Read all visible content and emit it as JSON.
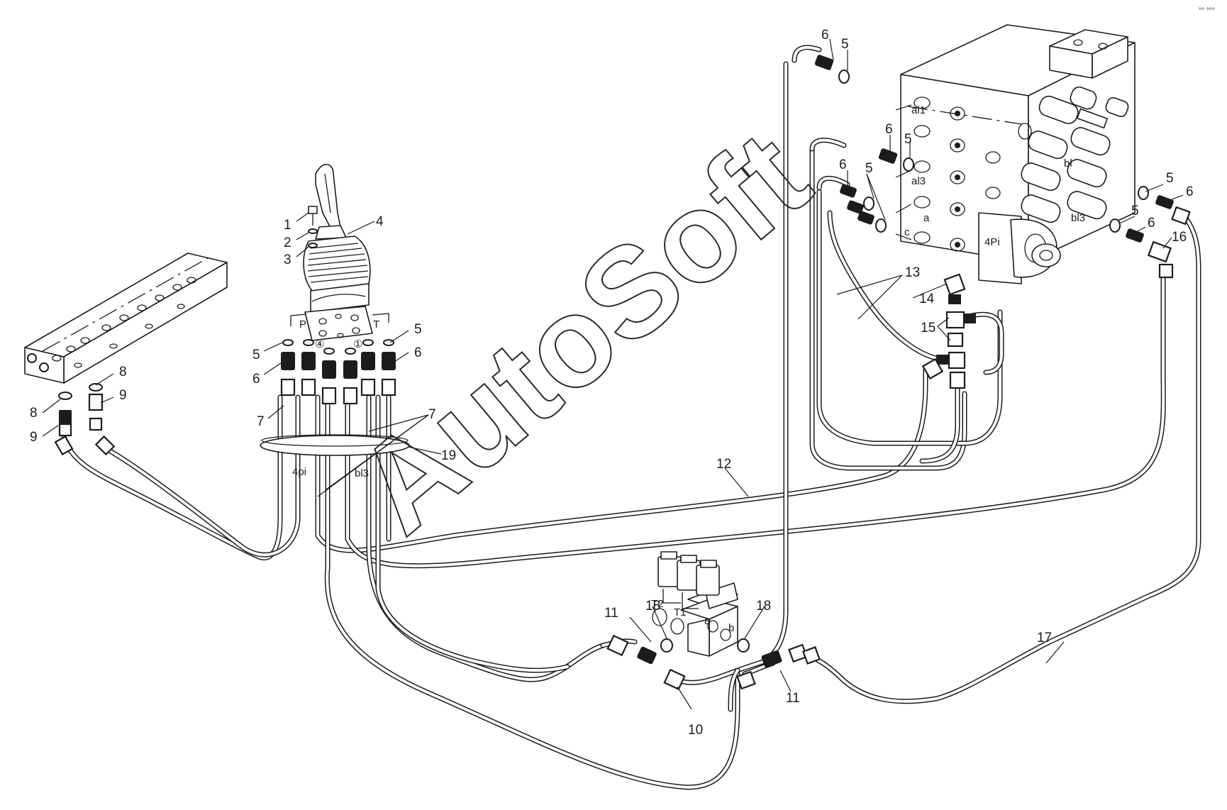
{
  "labels": {
    "l1": "1",
    "l2": "2",
    "l3": "3",
    "l4": "4",
    "l5a": "5",
    "l5b": "5",
    "l5c": "5",
    "l5d": "5",
    "l5e": "5",
    "l5f": "5",
    "l5g": "5",
    "l6a": "6",
    "l6b": "6",
    "l6c": "6",
    "l6d": "6",
    "l6e": "6",
    "l6f": "6",
    "l6g": "6",
    "l7a": "7",
    "l7b": "7",
    "l8a": "8",
    "l8b": "8",
    "l9a": "9",
    "l9b": "9",
    "l10": "10",
    "l11a": "11",
    "l11b": "11",
    "l12": "12",
    "l13": "13",
    "l14": "14",
    "l15": "15",
    "l16": "16",
    "l17": "17",
    "l18a": "18",
    "l18b": "18",
    "l19": "19"
  },
  "ports": {
    "al1": "al1",
    "al3": "al3",
    "a": "a",
    "c": "c",
    "bl": "bl",
    "bl3": "bl3",
    "pi4_valve": "4Pi",
    "pi4_hose": "4pi",
    "bl3_hose": "bl3",
    "t1": "T1",
    "t2": "T2",
    "pa": "a",
    "pb": "b",
    "jp": "P",
    "jt": "T",
    "j4": "④",
    "j1": "①"
  },
  "watermark": "AutoSoft",
  "corner_mark": "°° °°°"
}
